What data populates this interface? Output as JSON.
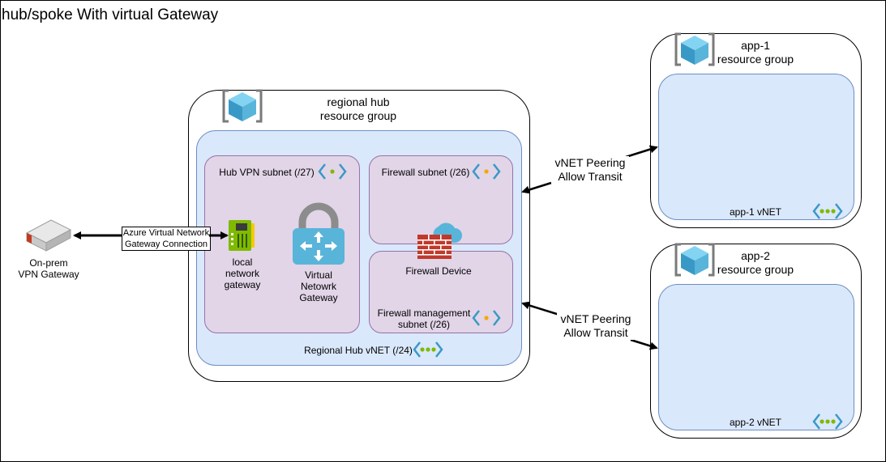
{
  "title": "hub/spoke With virtual Gateway",
  "onprem": {
    "label_line1": "On-prem",
    "label_line2": "VPN Gateway"
  },
  "connection": {
    "label_line1": "Azure Virtual Network",
    "label_line2": "Gateway Connection"
  },
  "hub": {
    "rg_line1": "regional hub",
    "rg_line2": "resource group",
    "vnet_label": "Regional Hub vNET (/24)",
    "vpn_subnet_label": "Hub VPN subnet (/27)",
    "local_gw_line1": "local",
    "local_gw_line2": "network",
    "local_gw_line3": "gateway",
    "vgw_line1": "Virtual",
    "vgw_line2": "Netowrk",
    "vgw_line3": "Gateway",
    "fw_subnet_label": "Firewall subnet (/26)",
    "fw_device_label": "Firewall Device",
    "fw_mgmt_line1": "Firewall management",
    "fw_mgmt_line2": "subnet (/26)"
  },
  "peering1": {
    "line1": "vNET Peering",
    "line2": "Allow Transit"
  },
  "peering2": {
    "line1": "vNET Peering",
    "line2": "Allow Transit"
  },
  "app1": {
    "rg_line1": "app-1",
    "rg_line2": "resource group",
    "vnet_label": "app-1 vNET"
  },
  "app2": {
    "rg_line1": "app-2",
    "rg_line2": "resource group",
    "vnet_label": "app-2 vNET"
  },
  "colors": {
    "vnet_fill": "#dae8fc",
    "vnet_stroke": "#6c8ebf",
    "subnet_fill": "#e1d5e7",
    "subnet_stroke": "#9673a6",
    "azure_blue": "#59b4d9",
    "azure_dark": "#3999c6",
    "subnet_dot": "#7fba00",
    "firewall_red": "#c0392b",
    "router_red": "#c23b22"
  },
  "icons": [
    "resource-group-icon",
    "vnet-icon",
    "subnet-icon",
    "vpn-gateway-icon",
    "local-network-gateway-icon",
    "firewall-icon",
    "router-icon"
  ]
}
